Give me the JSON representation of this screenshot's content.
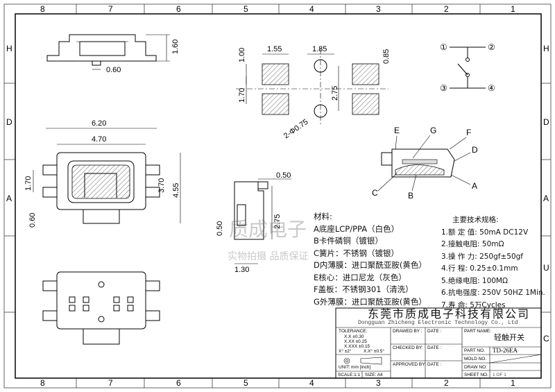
{
  "border": {
    "top_numbers": [
      "8",
      "7",
      "6",
      "5",
      "4",
      "3",
      "2",
      "1"
    ],
    "bottom_numbers": [
      "8",
      "7",
      "6",
      "5",
      "4",
      "3",
      "2",
      "1"
    ],
    "left_letters": [
      "H",
      "D",
      "A"
    ],
    "right_letters": [
      "H",
      "D",
      "A",
      "U",
      "C"
    ]
  },
  "dimensions": {
    "top_view": [
      "1.60",
      "0.60"
    ],
    "footprint": [
      "1.55",
      "1.85",
      "1.00",
      "0.85",
      "1.70",
      "2.75",
      "2-Φ0.75"
    ],
    "front_view": [
      "6.20",
      "4.70",
      "1.70",
      "3.70",
      "4.55",
      "0.60"
    ],
    "side_view": [
      "0.50",
      "2.75",
      "0.50",
      "1.30"
    ]
  },
  "schematic": {
    "pins": [
      "①",
      "②",
      "③",
      "④"
    ]
  },
  "section_labels": [
    "E",
    "G",
    "F",
    "D",
    "C",
    "B",
    "A"
  ],
  "watermark": {
    "brand": "质成电子",
    "slogan": "实物拍摄 品质保证"
  },
  "materials": {
    "title": "材料:",
    "items": [
      "A底座LCP/PPA（白色）",
      "B卡件磷铜（镀银）",
      "C簧片：不锈钢（镀银）",
      "D内薄膜：进口聚酰亚胺(黄色）",
      "E核心：进口尼龙（灰色）",
      "F盖板：不锈钢301（清洗）",
      "G外薄膜：进口聚酰亚胺(黄色）"
    ]
  },
  "specs": {
    "title": "主要技术规格:",
    "items": [
      "1.额 定 值: 50mA DC12V",
      "2.接触电阻: 50mΩ",
      "3.操 作 力: 250gf±50gf",
      "4.行    程: 0.25±0.1mm",
      "5.绝缘电阻: 100MΩ",
      "6.抗电强度: 250V 50HZ 1Min.",
      "7.寿    命: 5万Cycles"
    ]
  },
  "title_block": {
    "company_cn": "东莞市质成电子科技有限公司",
    "company_en": "Dongguan Zhicheng Electronic Technology Co., Ltd",
    "tolerance_label": "TOLERANCE:",
    "tolerances": [
      "X.X   ±0.30",
      "X.XX  ±0.25",
      "X.XXX ±0.15"
    ],
    "angle_tol": [
      "X° ±2°",
      "X.X° ±0.5°"
    ],
    "unit": "UNIT:  mm  [inch]",
    "scale": "SCALE:1:1",
    "size": "SIZE: A4",
    "drawed_by": "DRAWED BY :",
    "checked_by": "CHECKED BY:",
    "approved_by": "APPROVED BY:",
    "date": "DATE :",
    "part_name_label": "PART NAME:",
    "part_name": "轻触开关",
    "part_no_label": "PART NO.",
    "part_no": "TD-26EA",
    "mold_no_label": "MOLD NO.",
    "draw_no_label": "DRAW NO:",
    "sheet_no_label": "SHEET NO.",
    "sheet_no": "1 OF 1"
  }
}
